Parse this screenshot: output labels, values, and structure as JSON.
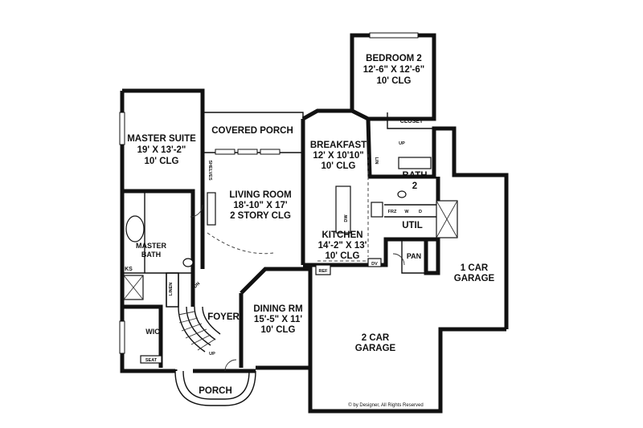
{
  "rooms": {
    "bedroom2": [
      "BEDROOM 2",
      "12'-6\" X 12'-6\"",
      "10' CLG"
    ],
    "closet": "CLOSET",
    "covered_porch": "COVERED PORCH",
    "master_suite": [
      "MASTER SUITE",
      "19' X 13'-2\"",
      "10' CLG"
    ],
    "breakfast": [
      "BREAKFAST",
      "12' X 10'10\"",
      "10' CLG"
    ],
    "living_room": [
      "LIVING ROOM",
      "18'-10\" X 17'",
      "2 STORY CLG"
    ],
    "bath2": [
      "BATH",
      "2"
    ],
    "kitchen": [
      "KITCHEN",
      "14'-2\" X 13'",
      "10' CLG"
    ],
    "util": "UTIL",
    "pan": "PAN",
    "one_car_garage": [
      "1 CAR",
      "GARAGE"
    ],
    "master_bath": [
      "MASTER",
      "BATH"
    ],
    "foyer": "FOYER",
    "dining": [
      "DINING RM",
      "15'-5\" X 11'",
      "10' CLG"
    ],
    "two_car_garage": [
      "2 CAR",
      "GARAGE"
    ],
    "wic": "WIC",
    "porch": "PORCH"
  },
  "fixtures": {
    "shelves": "SHELVES",
    "linen_left": "LINEN",
    "linen_right": "LIN",
    "ks": "KS",
    "seat": "SEAT",
    "frz": "FRZ",
    "w": "W",
    "d": "D",
    "dw": "DW",
    "dv": "DV",
    "ref": "REF",
    "up_stair": "UP",
    "up_bath": "UP",
    "stair_dn": "DN"
  },
  "copyright": "© by Designer, All Rights Reserved"
}
